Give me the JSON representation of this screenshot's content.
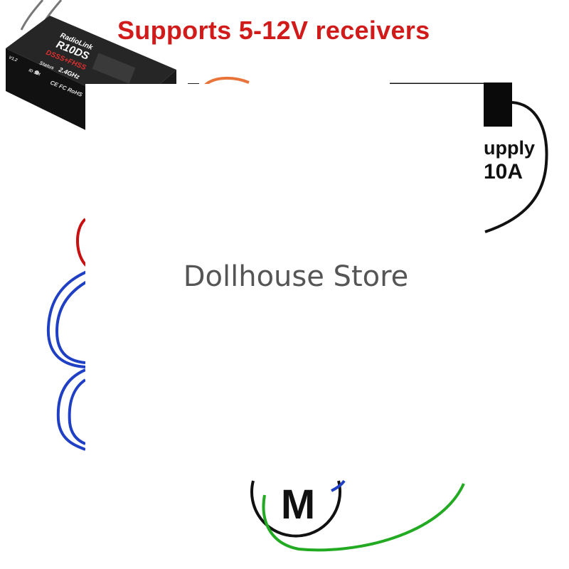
{
  "headline": {
    "text": "Supports 5-12V receivers",
    "color": "#d11a1a"
  },
  "receiver": {
    "brand": "RadioLink",
    "model": "R10DS",
    "protocol": "DSSS+FHSS",
    "status_label": "Status",
    "band": "2.4GHz",
    "marks": "CE FC RoHS",
    "version": "V1.2",
    "id_set": "ID Set"
  },
  "power_supply": {
    "label_partial": "upply",
    "current": "10A"
  },
  "store_overlay": {
    "name": "Dollhouse Store",
    "text_color": "#555555"
  },
  "motor": {
    "letter": "M"
  },
  "wire_colors": {
    "signal": "#e8743a",
    "positive": "#c81010",
    "control": "#1f3fc4",
    "ground": "#111111",
    "motor_return": "#22aa22"
  }
}
